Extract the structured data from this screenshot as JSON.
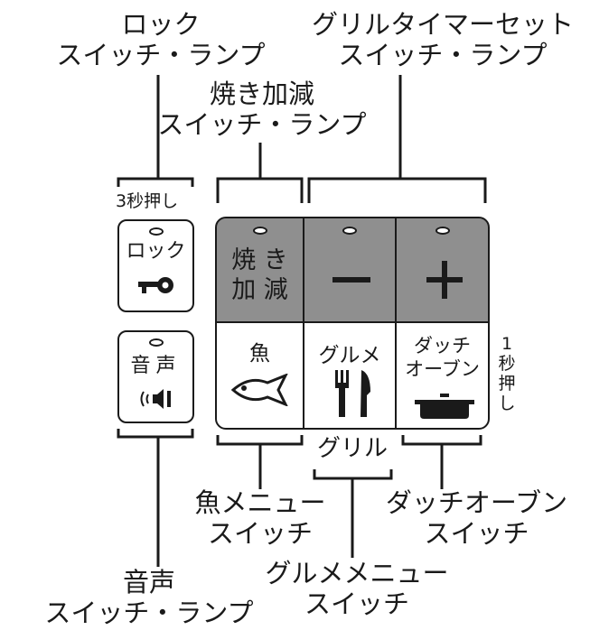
{
  "labels": {
    "lock": [
      "ロック",
      "スイッチ・ランプ"
    ],
    "grill_timer": [
      "グリルタイマーセット",
      "スイッチ・ランプ"
    ],
    "yakikagen": [
      "焼き加減",
      "スイッチ・ランプ"
    ],
    "fish_menu": [
      "魚メニュー",
      "スイッチ"
    ],
    "dutch_oven": [
      "ダッチオーブン",
      "スイッチ"
    ],
    "voice": [
      "音声",
      "スイッチ・ランプ"
    ],
    "gourmet_menu": [
      "グルメメニュー",
      "スイッチ"
    ]
  },
  "notes": {
    "hold_3s": "3秒押し",
    "grill": "グリル",
    "hold_1s": [
      "1",
      "秒",
      "押",
      "し"
    ]
  },
  "buttons": {
    "lock": "ロック",
    "voice": "音声",
    "yakikagen": [
      "焼 き",
      "加 減"
    ],
    "minus": "ー",
    "plus": "＋",
    "fish": "魚",
    "gourmet": "グルメ",
    "dutch": [
      "ダッチ",
      "オーブン"
    ]
  },
  "colors": {
    "panel_dark": "#8f8f8f",
    "ink": "#1a1a1a"
  }
}
